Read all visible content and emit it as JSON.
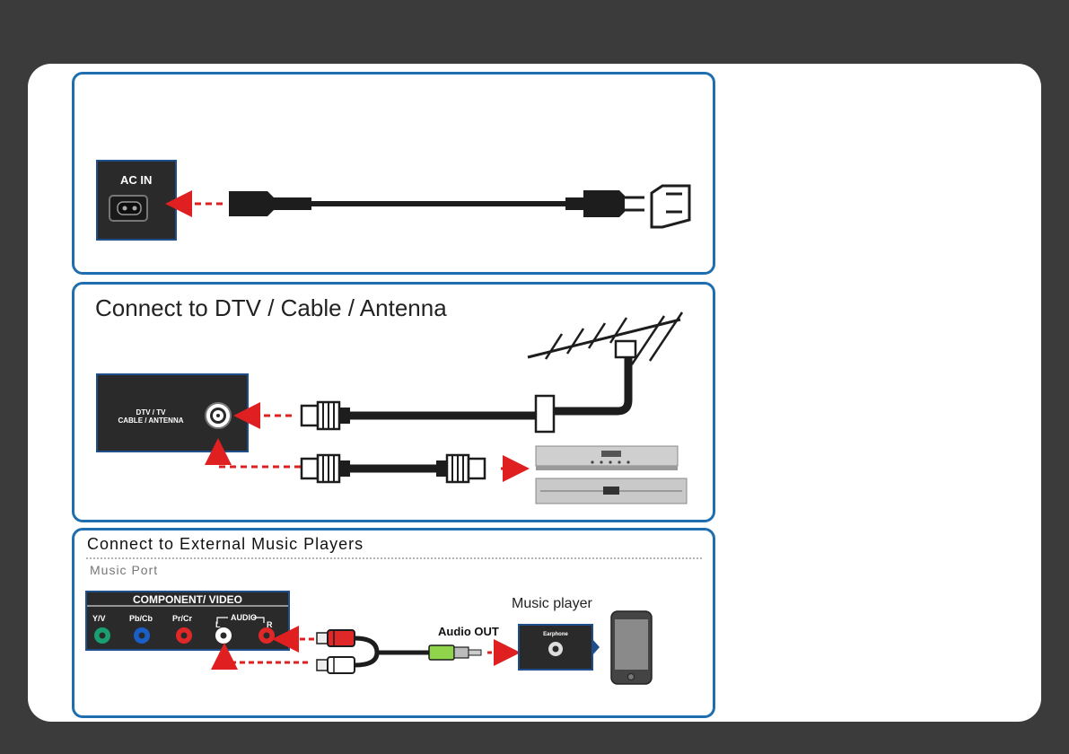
{
  "power_section": {
    "port_label": "AC IN"
  },
  "antenna_section": {
    "title": "Connect to DTV / Cable / Antenna",
    "port_label_line1": "DTV / TV",
    "port_label_line2": "CABLE / ANTENNA"
  },
  "music_section": {
    "title": "Connect to External Music Players",
    "subtitle": "Music Port",
    "panel_title": "COMPONENT/ VIDEO",
    "jacks": [
      "Y/V",
      "Pb/Cb",
      "Pr/Cr"
    ],
    "audio_label": "AUDIO",
    "audio_left": "L",
    "audio_right": "R",
    "audio_out_label": "Audio OUT",
    "music_player_label": "Music player",
    "earphone_label": "Earphone"
  },
  "colors": {
    "frame_border": "#1f6fb0",
    "port_panel": "#2a2a2a",
    "arrow": "#e02020",
    "jack_green": "#1aa070",
    "jack_blue": "#1a5fc8",
    "jack_red": "#e02828",
    "background": "#3b3b3b"
  }
}
